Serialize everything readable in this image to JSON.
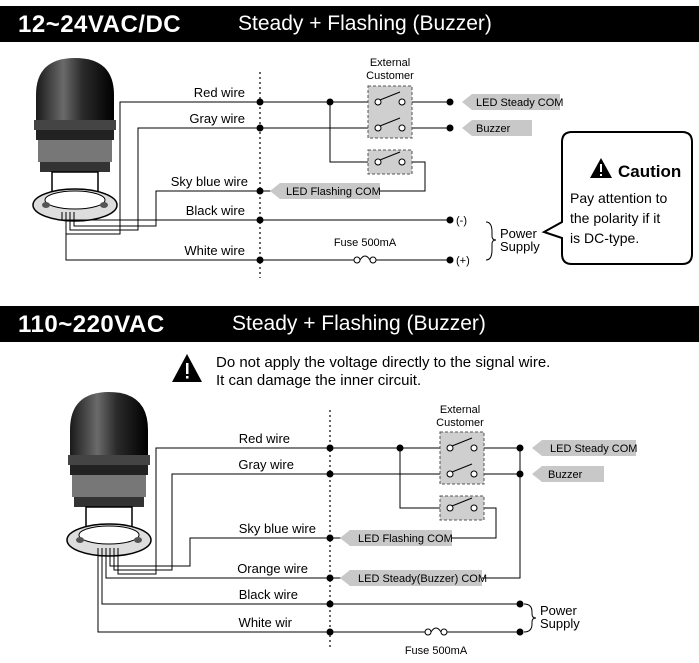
{
  "colors": {
    "header_bg": "#000000",
    "tag_fill": "#c8c8c8",
    "switch_box": "#cfcfcf",
    "text": "#000000"
  },
  "section1": {
    "voltage": "12~24VAC/DC",
    "mode": "Steady + Flashing (Buzzer)",
    "external_customer": [
      "External",
      "Customer"
    ],
    "wires": [
      "Red wire",
      "Gray wire",
      "Sky blue wire",
      "Black wire",
      "White wire"
    ],
    "tags": [
      "LED Steady COM",
      "Buzzer",
      "LED Flashing COM"
    ],
    "fuse": "Fuse 500mA",
    "minus": "(-)",
    "plus": "(+)",
    "power": [
      "Power",
      "Supply"
    ],
    "caution": {
      "icon": "warning-icon",
      "title": "Caution",
      "lines": [
        "Pay attention to",
        "the polarity if it",
        "is DC-type."
      ]
    }
  },
  "section2": {
    "voltage": "110~220VAC",
    "mode": "Steady + Flashing (Buzzer)",
    "warning": [
      "Do not apply the voltage directly to the signal wire.",
      "It can damage the inner circuit."
    ],
    "external_customer": [
      "External",
      "Customer"
    ],
    "wires": [
      "Red wire",
      "Gray wire",
      "Sky blue wire",
      "Orange wire",
      "Black wire",
      "White wir"
    ],
    "tags": [
      "LED Steady COM",
      "Buzzer",
      "LED Flashing COM",
      "LED Steady(Buzzer) COM"
    ],
    "fuse": "Fuse 500mA",
    "power": [
      "Power",
      "Supply"
    ]
  }
}
